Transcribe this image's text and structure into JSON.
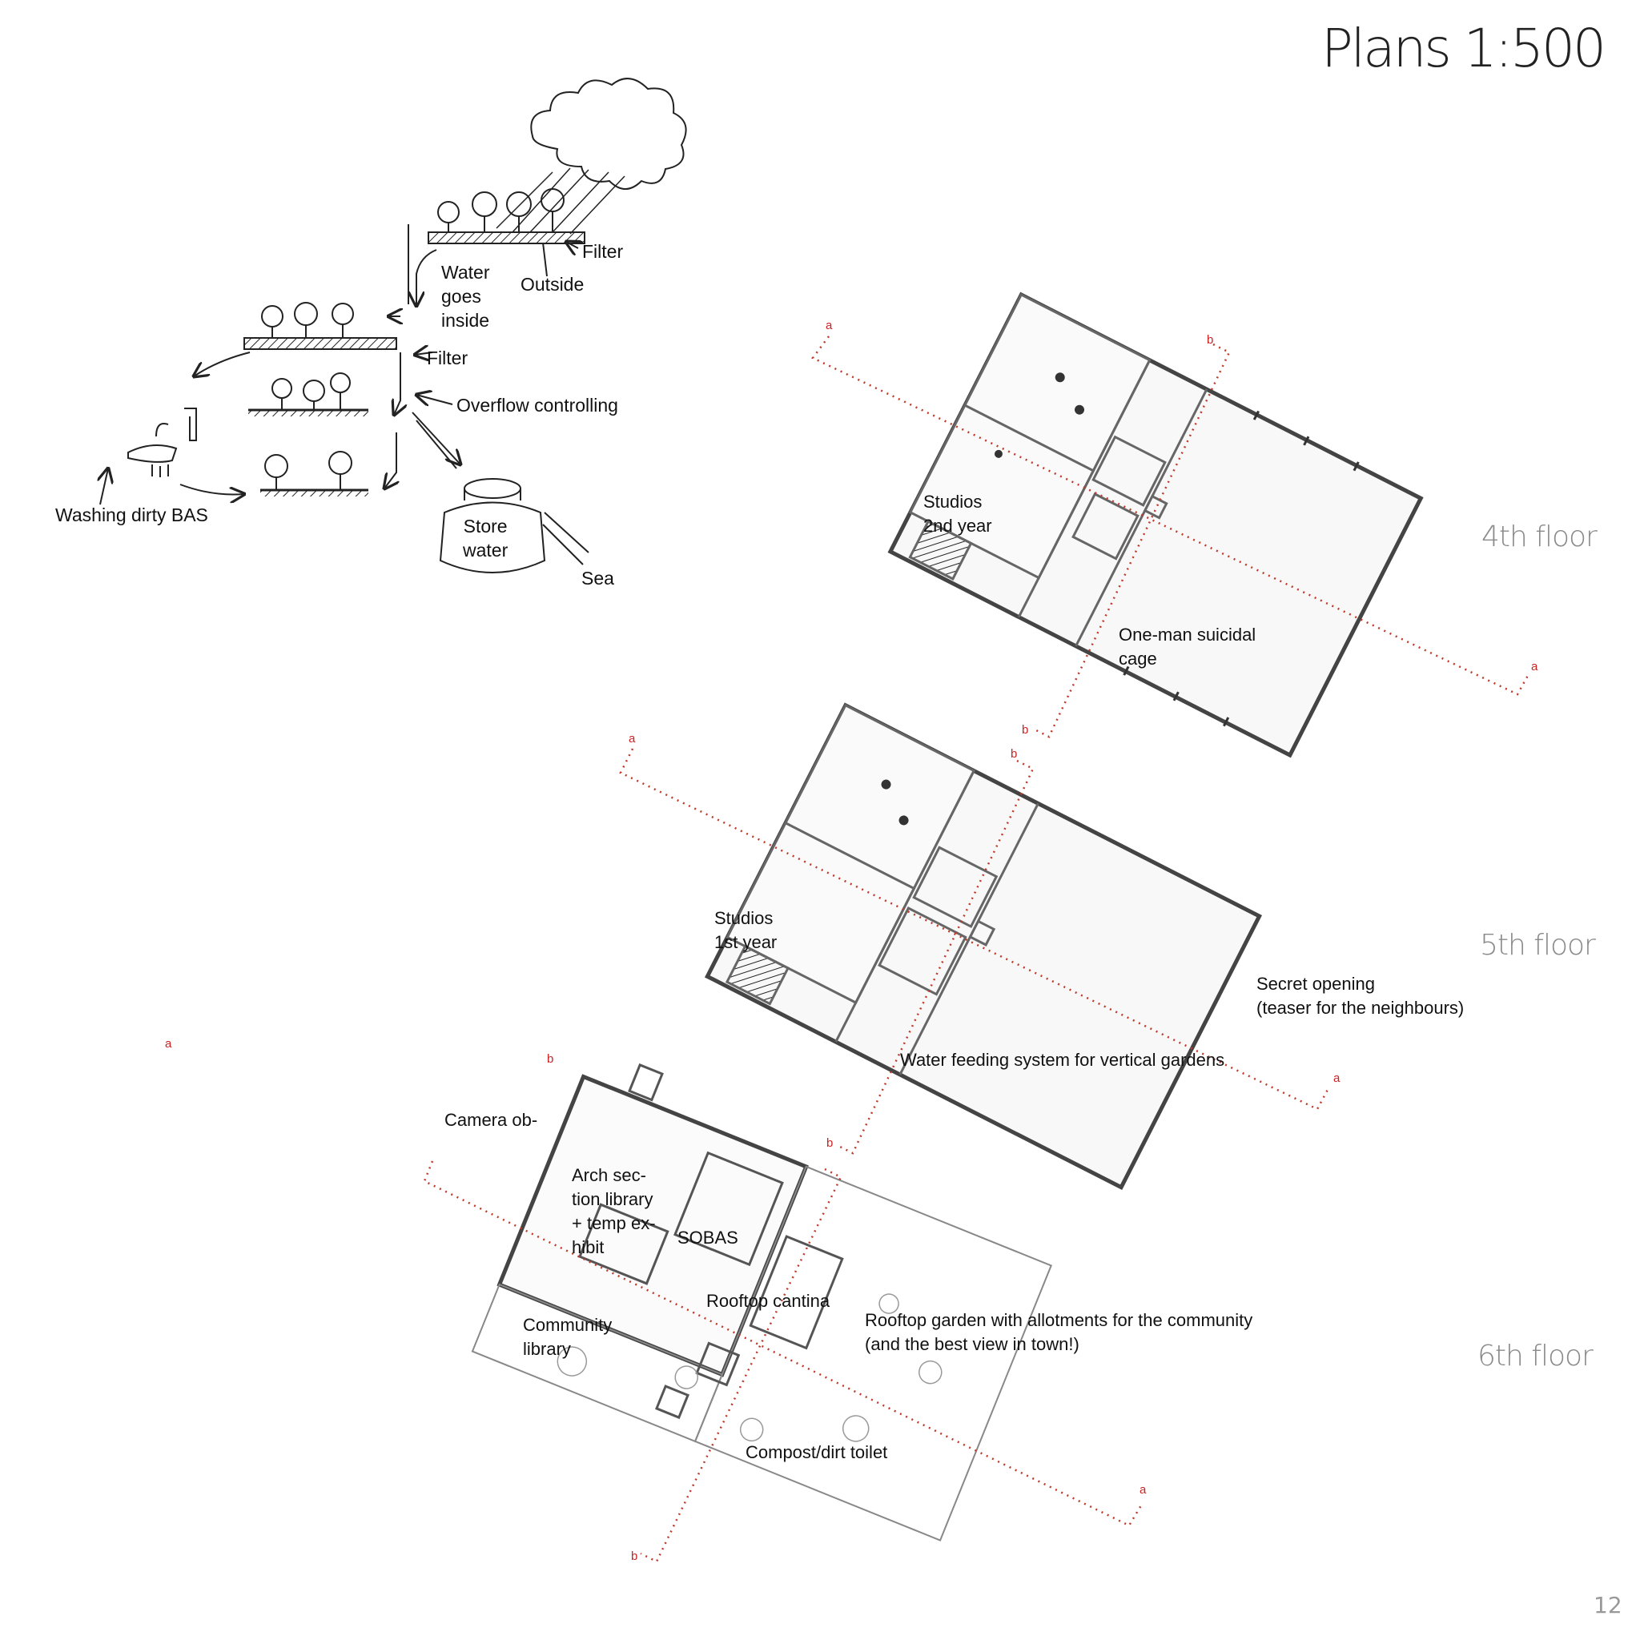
{
  "page": {
    "title": "Plans 1:500",
    "page_number": "12"
  },
  "sketch": {
    "labels": {
      "filter_top": "Filter",
      "outside": "Outside",
      "water_goes_inside": "Water\ngoes\ninside",
      "filter_mid": "Filter",
      "overflow": "Overflow controlling",
      "washing": "Washing dirty BAS",
      "store_water": "Store\nwater",
      "sea": "Sea"
    }
  },
  "floors": {
    "fourth": {
      "name": "4th floor",
      "studios": "Studios\n2nd year",
      "cage": "One-man suicidal\ncage"
    },
    "fifth": {
      "name": "5th floor",
      "studios": "Studios\n1st year",
      "secret": "Secret opening\n(teaser for the neighbours)",
      "water": "Water feeding system for vertical gardens"
    },
    "sixth": {
      "name": "6th floor",
      "camera": "Camera ob-",
      "arch": "Arch sec-\ntion library\n+ temp ex-\nhibit",
      "sobas": "SOBAS",
      "cantina": "Rooftop cantina",
      "garden": "Rooftop garden with allotments for the community\n(and the best view in town!)",
      "community": "Community\nlibrary",
      "toilet": "Compost/dirt toilet"
    }
  },
  "section_marks": {
    "a": "a",
    "b": "b"
  },
  "colors": {
    "section_line": "#c0392b",
    "plan_line": "#555555",
    "floor_label": "#8a8a8a"
  }
}
